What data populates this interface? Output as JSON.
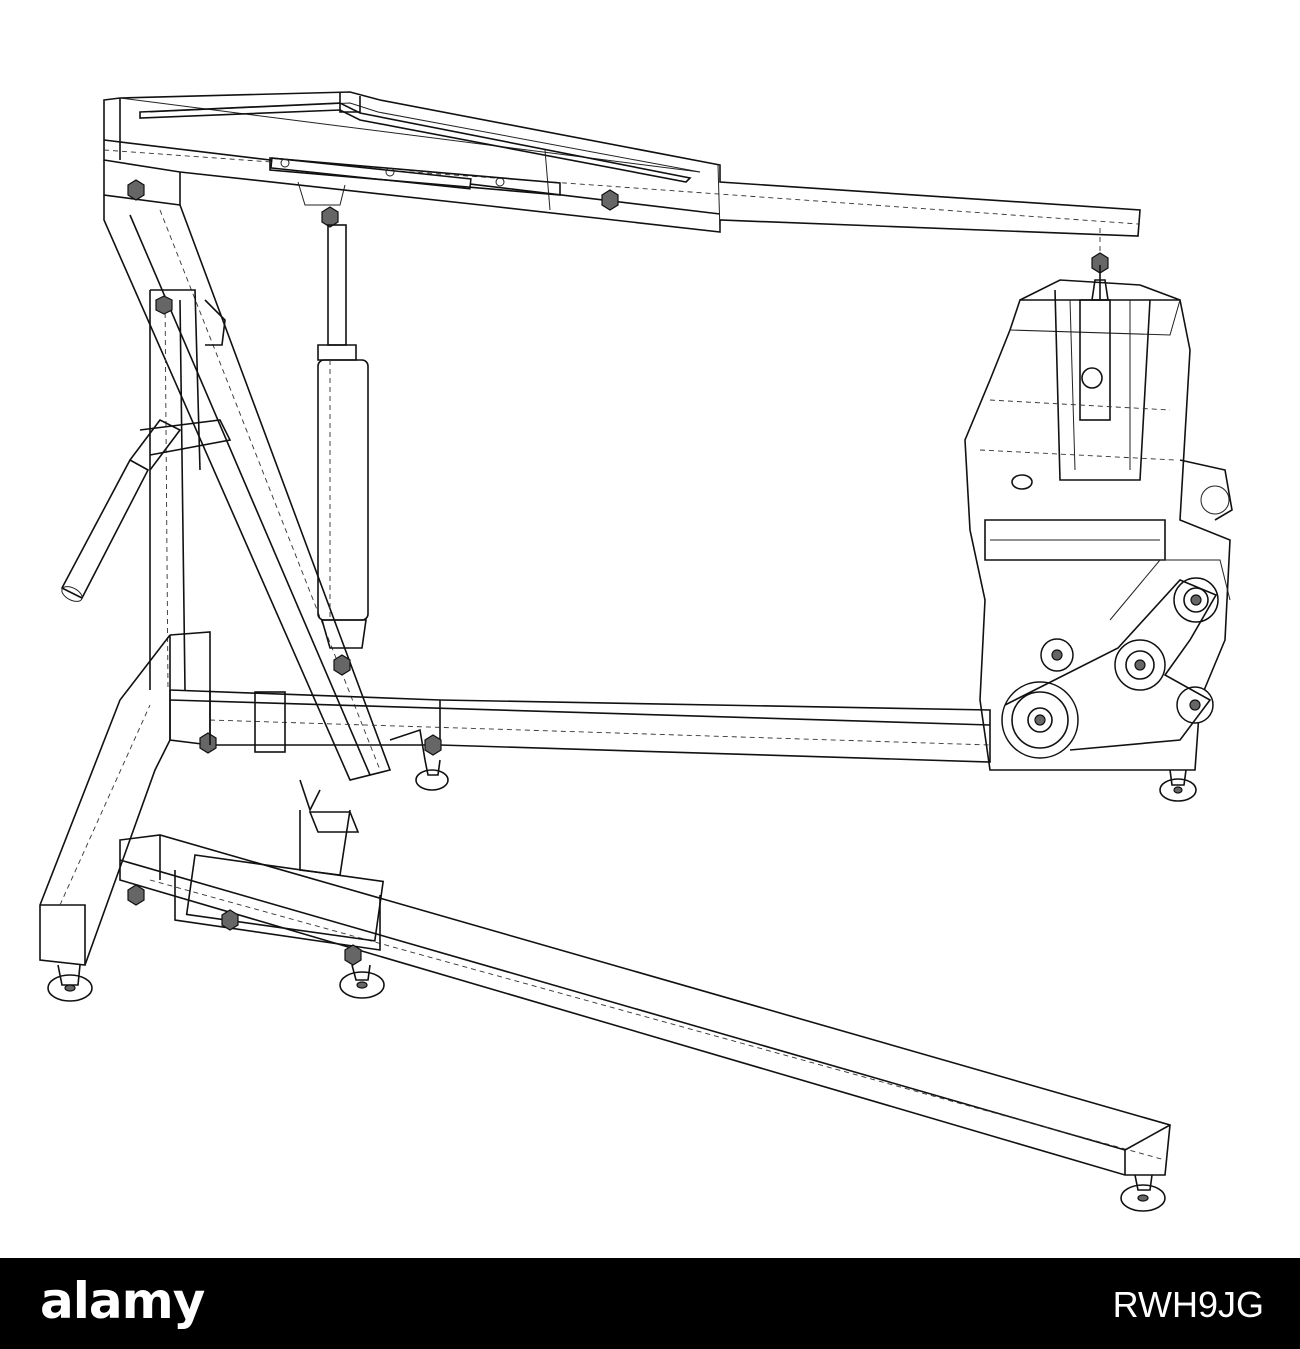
{
  "footer": {
    "brand": "alamy",
    "image_id": "RWH9JG",
    "background": "#000000",
    "text_color": "#ffffff"
  },
  "drawing": {
    "style": "wireframe line drawing",
    "line_color": "#111111",
    "background": "#ffffff"
  }
}
